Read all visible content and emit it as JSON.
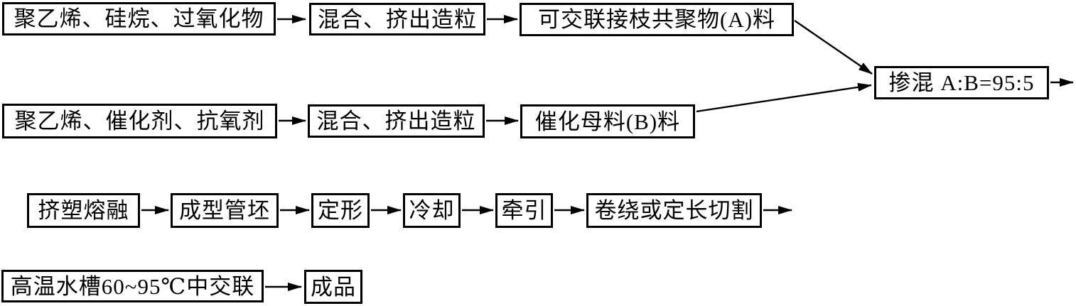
{
  "diagram": {
    "background_color": "#ffffff",
    "line_color": "#000000",
    "nodes": [
      {
        "id": "pe-silane-peroxide",
        "label": "聚乙烯、硅烷、过氧化物"
      },
      {
        "id": "mix-extrude-pelletize-1",
        "label": "混合、挤出造粒"
      },
      {
        "id": "copolymer-a",
        "label": "可交联接枝共聚物(A)料"
      },
      {
        "id": "pe-catalyst-antioxidant",
        "label": "聚乙烯、催化剂、抗氧剂"
      },
      {
        "id": "mix-extrude-pelletize-2",
        "label": "混合、挤出造粒"
      },
      {
        "id": "masterbatch-b",
        "label": "催化母料(B)料"
      },
      {
        "id": "blend-ratio",
        "label": "掺混 A:B=95:5"
      },
      {
        "id": "extrusion-melting",
        "label": "挤塑熔融"
      },
      {
        "id": "pipe-forming",
        "label": "成型管坯"
      },
      {
        "id": "sizing",
        "label": "定形"
      },
      {
        "id": "cooling",
        "label": "冷却"
      },
      {
        "id": "traction",
        "label": "牵引"
      },
      {
        "id": "coiling-or-cutting",
        "label": "卷绕或定长切割"
      },
      {
        "id": "hot-water-crosslink",
        "label": "高温水槽60~95℃中交联"
      },
      {
        "id": "finished-product",
        "label": "成品"
      }
    ],
    "edges": [
      {
        "from": "pe-silane-peroxide",
        "to": "mix-extrude-pelletize-1"
      },
      {
        "from": "mix-extrude-pelletize-1",
        "to": "copolymer-a"
      },
      {
        "from": "copolymer-a",
        "to": "blend-ratio"
      },
      {
        "from": "pe-catalyst-antioxidant",
        "to": "mix-extrude-pelletize-2"
      },
      {
        "from": "mix-extrude-pelletize-2",
        "to": "masterbatch-b"
      },
      {
        "from": "masterbatch-b",
        "to": "blend-ratio"
      },
      {
        "from": "blend-ratio",
        "to": "continues-right"
      },
      {
        "from": "extrusion-melting",
        "to": "pipe-forming"
      },
      {
        "from": "pipe-forming",
        "to": "sizing"
      },
      {
        "from": "sizing",
        "to": "cooling"
      },
      {
        "from": "cooling",
        "to": "traction"
      },
      {
        "from": "traction",
        "to": "coiling-or-cutting"
      },
      {
        "from": "coiling-or-cutting",
        "to": "continues-right"
      },
      {
        "from": "hot-water-crosslink",
        "to": "finished-product"
      }
    ]
  }
}
